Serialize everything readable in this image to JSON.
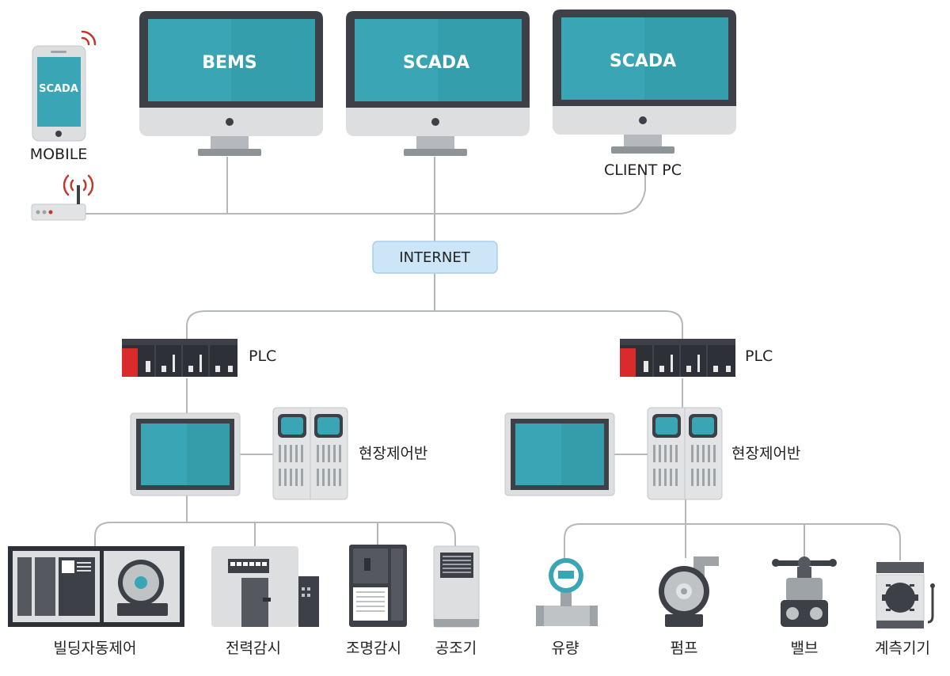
{
  "top_devices": {
    "mobile": {
      "screen_text": "SCADA",
      "label": "MOBILE"
    },
    "monitor_bems": {
      "screen_text": "BEMS"
    },
    "monitor_scada": {
      "screen_text": "SCADA"
    },
    "monitor_client": {
      "screen_text": "SCADA",
      "label": "CLIENT PC"
    }
  },
  "network": {
    "internet_label": "INTERNET"
  },
  "left_branch": {
    "plc_label": "PLC",
    "panel_label": "현장제어반",
    "devices": [
      "빌딩자동제어",
      "전력감시",
      "조명감시",
      "공조기"
    ]
  },
  "right_branch": {
    "plc_label": "PLC",
    "panel_label": "현장제어반",
    "devices": [
      "유량",
      "펌프",
      "밸브",
      "계측기기"
    ]
  },
  "colors": {
    "screen": "#3aa6b5",
    "screen_dark": "#2f8f9c",
    "bezel": "#3d4047",
    "chassis": "#dcdee0",
    "plc_red": "#d92b2b",
    "internet_box": "#cde6f7",
    "line": "#b4b8bc",
    "signal": "#c0392b"
  },
  "icons": [
    "smartphone-icon",
    "router-icon",
    "monitor-icon",
    "plc-icon",
    "hmi-panel-icon",
    "control-cabinet-icon",
    "flow-meter-icon",
    "pump-icon",
    "valve-icon",
    "gauge-icon"
  ]
}
